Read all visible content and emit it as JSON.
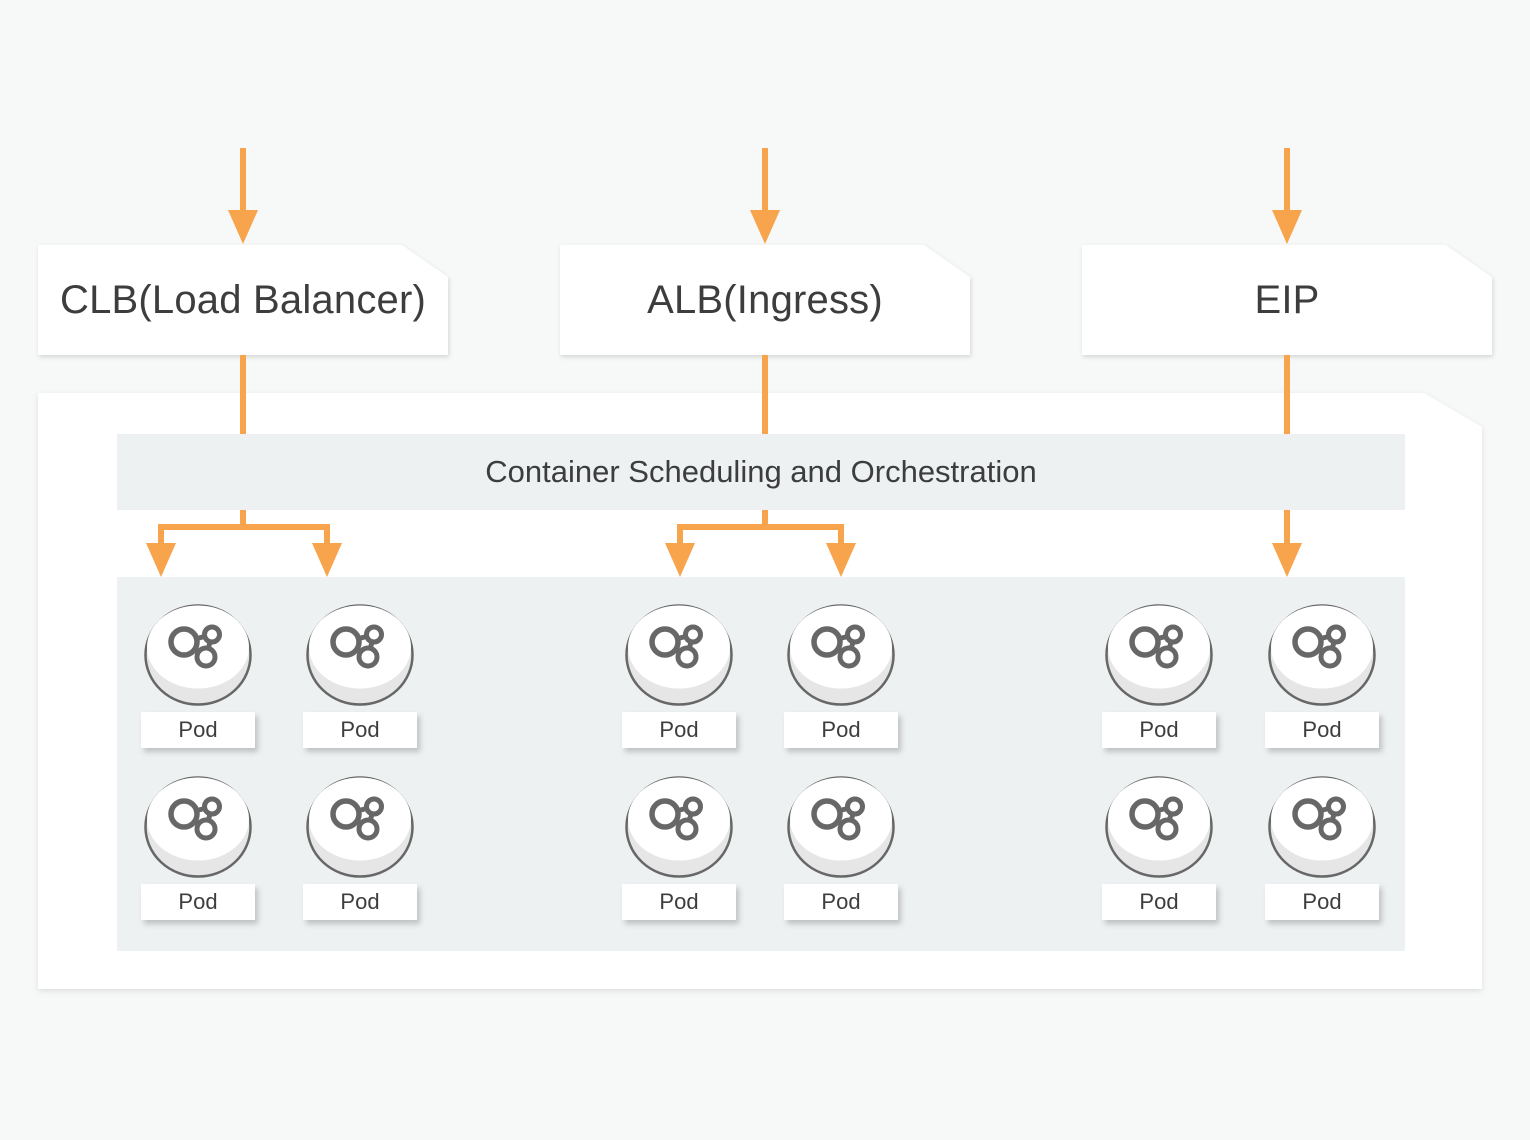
{
  "colors": {
    "accent": "#f7a44c",
    "panel": "#ffffff",
    "section": "#edf1f2",
    "ink": "#3d3d3d",
    "icon-stroke": "#676767",
    "page_bg": "#f7f8f8"
  },
  "top_nodes": [
    {
      "label": "CLB(Load Balancer)"
    },
    {
      "label": "ALB(Ingress)"
    },
    {
      "label": "EIP"
    }
  ],
  "orchestration_banner": {
    "label": "Container Scheduling and Orchestration"
  },
  "pod_groups": [
    {
      "name": "clb-pods",
      "pods": [
        {
          "label": "Pod"
        },
        {
          "label": "Pod"
        },
        {
          "label": "Pod"
        },
        {
          "label": "Pod"
        }
      ]
    },
    {
      "name": "alb-pods",
      "pods": [
        {
          "label": "Pod"
        },
        {
          "label": "Pod"
        },
        {
          "label": "Pod"
        },
        {
          "label": "Pod"
        }
      ]
    },
    {
      "name": "eip-pods",
      "pods": [
        {
          "label": "Pod"
        },
        {
          "label": "Pod"
        },
        {
          "label": "Pod"
        },
        {
          "label": "Pod"
        }
      ]
    }
  ]
}
